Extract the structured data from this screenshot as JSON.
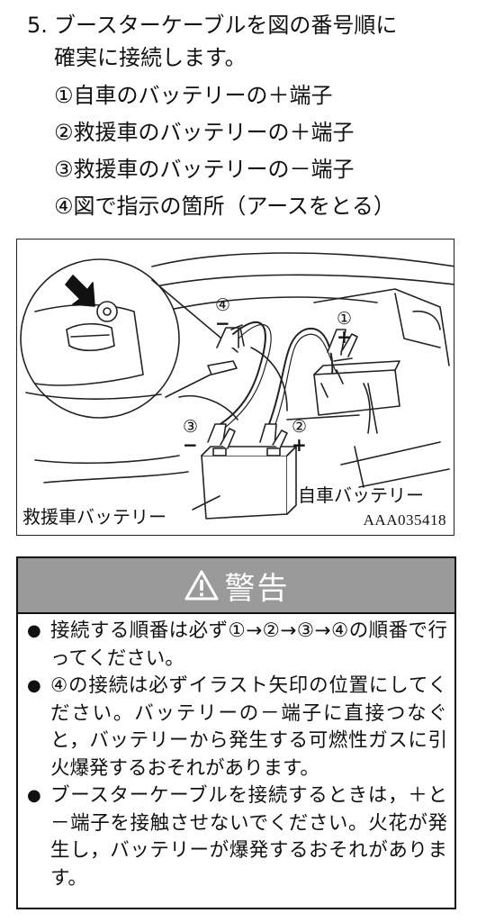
{
  "step": {
    "number": "5.",
    "title_line1": "ブースターケーブルを図の番号順に",
    "title_line2": "確実に接続します。",
    "items": [
      "①自車のバッテリーの＋端子",
      "②救援車のバッテリーの＋端子",
      "③救援車のバッテリーの－端子",
      "④図で指示の箇所（アースをとる）"
    ]
  },
  "figure": {
    "rescue_battery_label": "救援車バッテリー",
    "own_battery_label": "自車バッテリー",
    "code": "AAA035418",
    "marks": {
      "m1_num": "①",
      "m1_sign": "+",
      "m2_num": "②",
      "m2_sign": "+",
      "m3_num": "③",
      "m3_sign": "−",
      "m4_num": "④",
      "m4_sign": "−"
    }
  },
  "warning": {
    "title": "警告",
    "bullet": "●",
    "items": [
      "接続する順番は必ず①→②→③→④の順番で行ってください。",
      "④の接続は必ずイラスト矢印の位置にしてください。バッテリーの－端子に直接つなぐと，バッテリーから発生する可燃性ガスに引火爆発するおそれがあります。",
      "ブースターケーブルを接続するときは，＋と－端子を接触させないでください。火花が発生し，バッテリーが爆発するおそれがあります。"
    ]
  }
}
